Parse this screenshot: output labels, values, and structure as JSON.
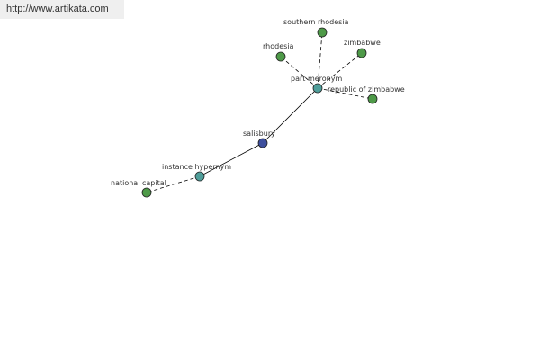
{
  "watermark": "http://www.artikata.com",
  "colors": {
    "center_node": "#3e4f9e",
    "relation_node": "#4f9e9a",
    "leaf_node": "#4e9a48",
    "edge": "#000000"
  },
  "graph": {
    "center": {
      "label": "salisbury"
    },
    "relations": [
      {
        "label": "instance hypernym",
        "targets": [
          {
            "label": "national capital"
          }
        ]
      },
      {
        "label": "part meronym",
        "targets": [
          {
            "label": "rhodesia"
          },
          {
            "label": "southern rhodesia"
          },
          {
            "label": "zimbabwe"
          },
          {
            "label": "republic of zimbabwe"
          }
        ]
      }
    ]
  }
}
